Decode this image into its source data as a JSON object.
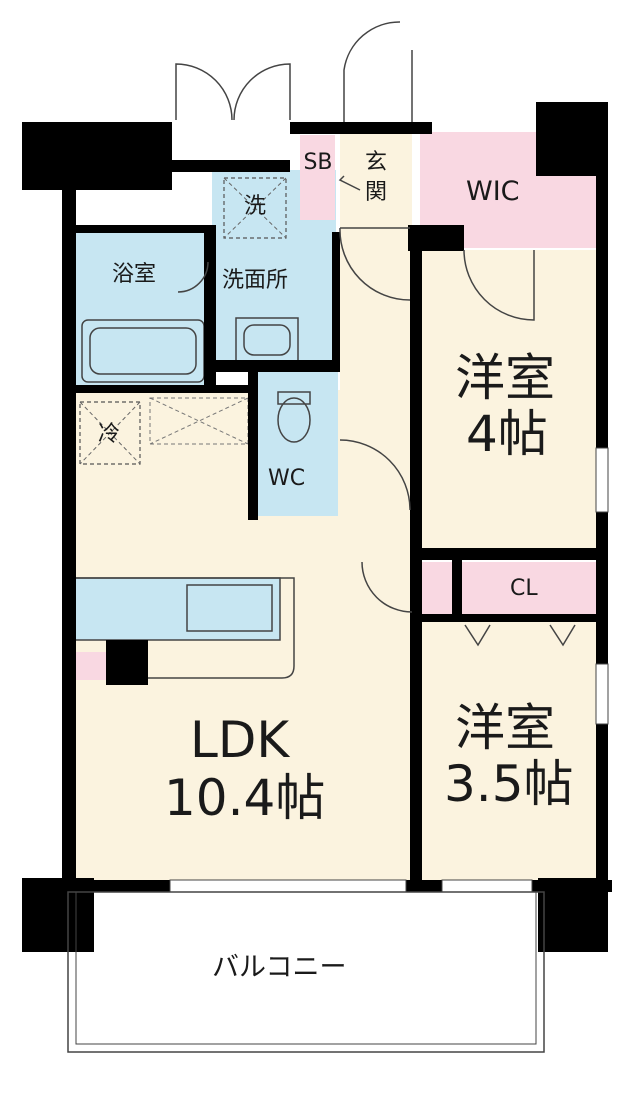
{
  "rooms": {
    "wic": "WIC",
    "bath": "浴室",
    "washroom": "洗面所",
    "washer": "洗",
    "shoe_box": "SB",
    "entrance": "玄関",
    "western_room_1": {
      "name": "洋室",
      "size": "4帖"
    },
    "fridge": "冷",
    "wc": "WC",
    "closet": "CL",
    "ldk": {
      "name": "LDK",
      "size": "10.4帖"
    },
    "western_room_2": {
      "name": "洋室",
      "size": "3.5帖"
    },
    "balcony": "バルコニー"
  },
  "colors": {
    "wall": "#000000",
    "living_floor": "#fbf3df",
    "wet_area": "#c7e6f2",
    "storage": "#f9d8e2",
    "outline": "#444444"
  }
}
